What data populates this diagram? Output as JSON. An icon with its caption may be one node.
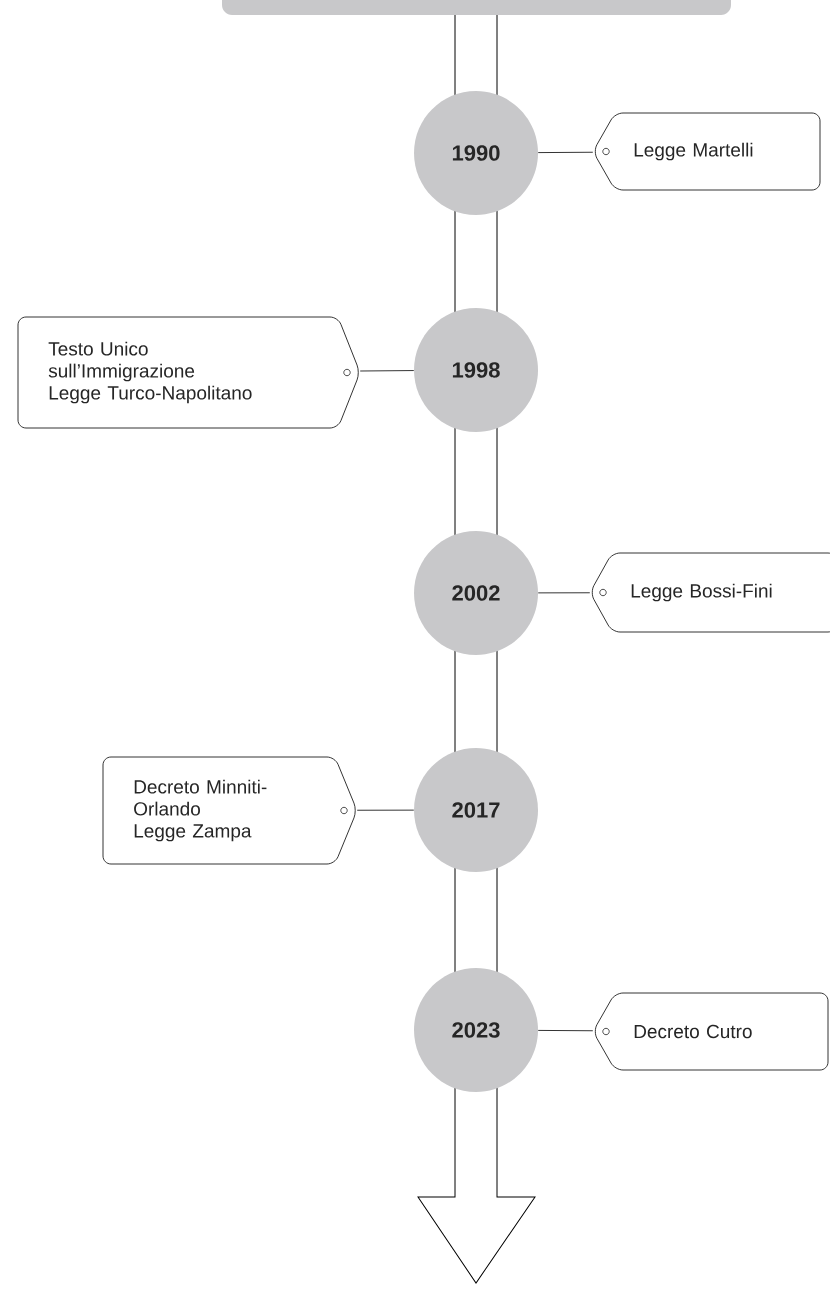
{
  "diagram": {
    "nodes": [
      {
        "text": [],
        "shape": "box"
      },
      {
        "text": [
          "1990"
        ]
      },
      {
        "text": [
          "Legge Martelli"
        ]
      },
      {
        "text": [
          "1998"
        ]
      },
      {
        "text": [
          "Testo Unico sull’Immigrazione",
          "Legge Turco-Napolitano"
        ]
      },
      {
        "text": [
          "2002"
        ]
      },
      {
        "text": [
          "Legge Bossi-Fini"
        ]
      },
      {
        "text": [
          "2017"
        ]
      },
      {
        "text": [
          "Decreto Minniti-Orlando",
          "Legge Zampa"
        ]
      },
      {
        "text": [
          "2023"
        ]
      },
      {
        "text": [
          "Decreto Cutro"
        ]
      }
    ],
    "edges": [
      {
        "from": 1,
        "to": 2,
        "arrow": "none"
      },
      {
        "from": 3,
        "to": 4,
        "arrow": "none"
      },
      {
        "from": 5,
        "to": 6,
        "arrow": "none"
      },
      {
        "from": 7,
        "to": 8,
        "arrow": "none"
      },
      {
        "from": 9,
        "to": 10,
        "arrow": "none"
      }
    ]
  }
}
